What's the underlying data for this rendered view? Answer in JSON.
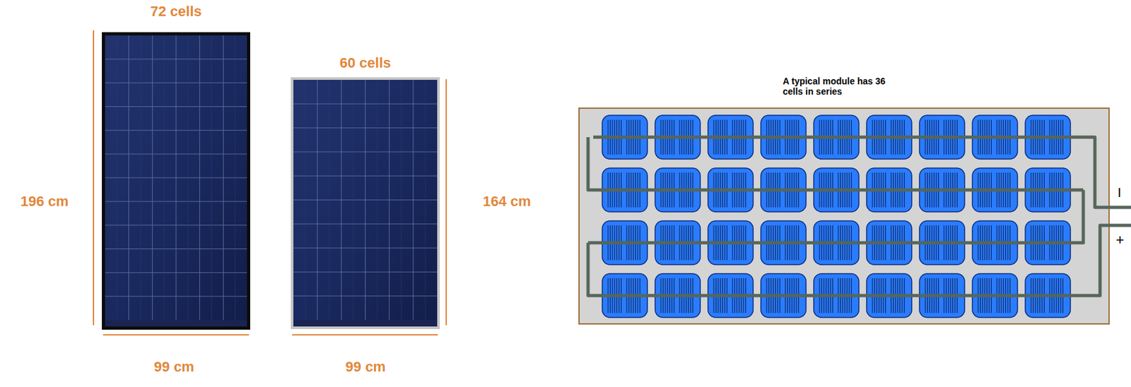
{
  "diagram": {
    "nodes": [
      {
        "text": [
          "72 cells"
        ]
      },
      {
        "text": [
          "60 cells"
        ]
      },
      {
        "text": [
          "A typical module has 36 cells in series"
        ]
      }
    ],
    "labels": [
      "196 cm",
      "99 cm",
      "164 cm",
      "99 cm",
      "I",
      "+"
    ]
  }
}
